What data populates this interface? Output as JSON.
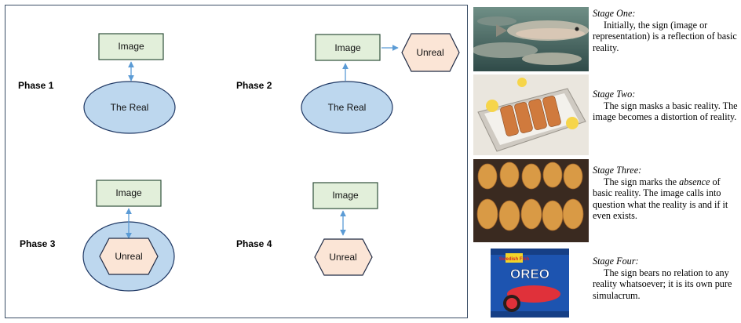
{
  "diagram": {
    "phases": [
      {
        "label": "Phase 1",
        "image_label": "Image",
        "real_label": "The Real"
      },
      {
        "label": "Phase 2",
        "image_label": "Image",
        "real_label": "The Real",
        "unreal_label": "Unreal"
      },
      {
        "label": "Phase 3",
        "image_label": "Image",
        "unreal_label": "Unreal"
      },
      {
        "label": "Phase 4",
        "image_label": "Image",
        "unreal_label": "Unreal"
      }
    ],
    "colors": {
      "image_box_fill": "#e2efda",
      "image_box_stroke": "#2f4f3a",
      "real_fill": "#bdd7ee",
      "real_stroke": "#1f3864",
      "unreal_fill": "#fbe5d6",
      "unreal_stroke": "#1f2a44",
      "arrow": "#5b9bd5"
    }
  },
  "stages": [
    {
      "title": "Stage One:",
      "text": "Initially, the sign (image or representation) is a reflection of basic reality."
    },
    {
      "title": "Stage Two:",
      "text": "The sign masks a basic reality. The image becomes a distortion of reality."
    },
    {
      "title": "Stage Three:",
      "text_before": "The sign marks the ",
      "text_emph": "absence",
      "text_after": " of basic reality. The image calls into question what the reality is and if it even exists."
    },
    {
      "title": "Stage Four:",
      "text": "The sign bears no relation to any reality whatsoever; it is its own pure simulacrum."
    }
  ],
  "photos": [
    {
      "subject": "salmon-swimming-photo"
    },
    {
      "subject": "grilled-salmon-fillets-photo"
    },
    {
      "subject": "fish-shaped-nuggets-photo"
    },
    {
      "subject": "swedish-fish-oreo-package-photo",
      "brand_text_top": "Swedish Fish",
      "brand_text_main": "OREO"
    }
  ]
}
